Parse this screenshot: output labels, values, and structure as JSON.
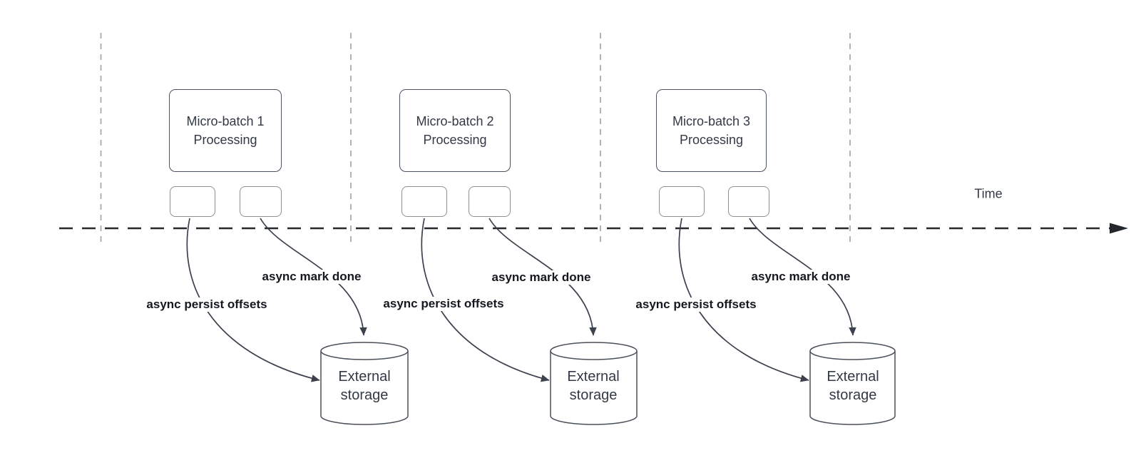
{
  "diagram": {
    "time_axis_label": "Time",
    "batches": [
      {
        "title_line1": "Micro-batch 1",
        "title_line2": "Processing",
        "persist_arrow_label": "async persist offsets",
        "done_arrow_label": "async mark done",
        "storage_line1": "External",
        "storage_line2": "storage"
      },
      {
        "title_line1": "Micro-batch 2",
        "title_line2": "Processing",
        "persist_arrow_label": "async persist offsets",
        "done_arrow_label": "async mark done",
        "storage_line1": "External",
        "storage_line2": "storage"
      },
      {
        "title_line1": "Micro-batch 3",
        "title_line2": "Processing",
        "persist_arrow_label": "async persist offsets",
        "done_arrow_label": "async mark done",
        "storage_line1": "External",
        "storage_line2": "storage"
      }
    ],
    "colors": {
      "arrow_line": "#3b414d",
      "axis_line": "#23272e",
      "guide_line": "#a8abb0",
      "box_border": "#4b5260",
      "small_box_border": "#8b9097",
      "cylinder_border": "#4a505a",
      "box_text": "#333945",
      "label_text": "#15181e"
    }
  }
}
